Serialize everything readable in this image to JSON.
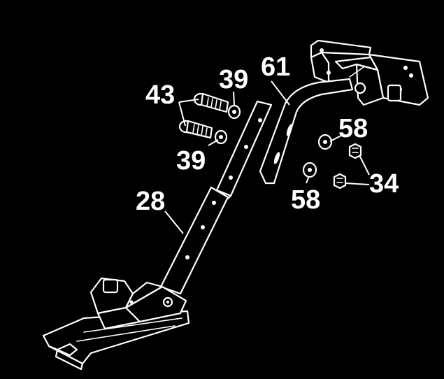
{
  "callouts": {
    "c43": "43",
    "c39_top": "39",
    "c39_bottom": "39",
    "c61": "61",
    "c58_top": "58",
    "c58_bottom": "58",
    "c34": "34",
    "c28": "28"
  },
  "colors": {
    "background": "#000000",
    "linework": "#ffffff"
  }
}
